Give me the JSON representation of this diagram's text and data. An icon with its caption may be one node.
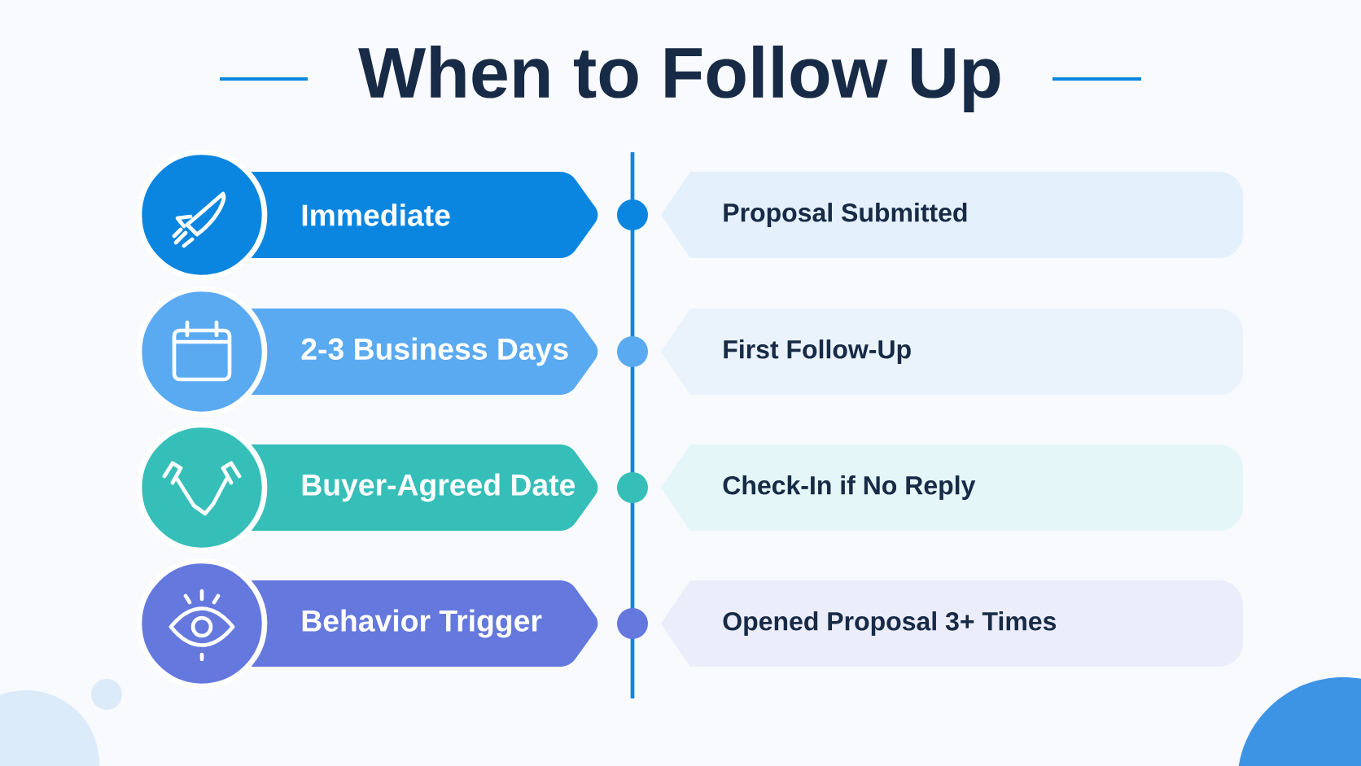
{
  "diagram": {
    "title": "When to Follow Up",
    "nodes": [
      {
        "text": [
          "Immediate"
        ]
      },
      {
        "text": [
          "Proposal Submitted"
        ]
      },
      {
        "text": [
          "2-3 Business Days"
        ]
      },
      {
        "text": [
          "First Follow-Up"
        ]
      },
      {
        "text": [
          "Buyer-Agreed Date"
        ]
      },
      {
        "text": [
          "Check-In if No Reply"
        ]
      },
      {
        "text": [
          "Behavior Trigger"
        ]
      },
      {
        "text": [
          "Opened Proposal 3+ Times"
        ]
      }
    ]
  }
}
